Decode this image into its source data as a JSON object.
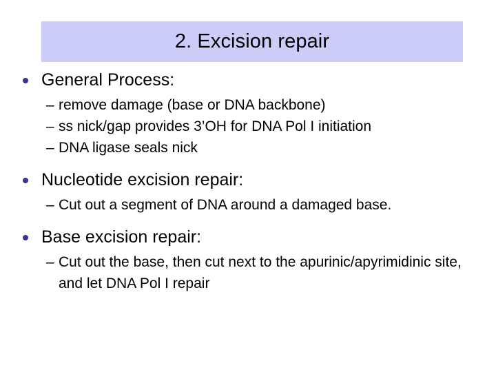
{
  "slide": {
    "title": "2. Excision repair",
    "title_bar_color": "#ccccf9",
    "background_color": "#ffffff",
    "text_color": "#000000",
    "bullet_color": "#333399",
    "sections": [
      {
        "heading": "General Process:",
        "sub_items": [
          "remove damage (base or DNA backbone)",
          "ss nick/gap provides 3’OH for DNA Pol I initiation",
          "DNA ligase seals nick"
        ]
      },
      {
        "heading": "Nucleotide excision repair:",
        "sub_items": [
          "Cut out a segment of DNA around a damaged base."
        ]
      },
      {
        "heading": "Base excision repair:",
        "sub_items": [
          "Cut out the base, then cut next to the apurinic/apyrimidinic site, and let DNA Pol I repair"
        ]
      }
    ],
    "sub_bullet_marker": "–"
  }
}
